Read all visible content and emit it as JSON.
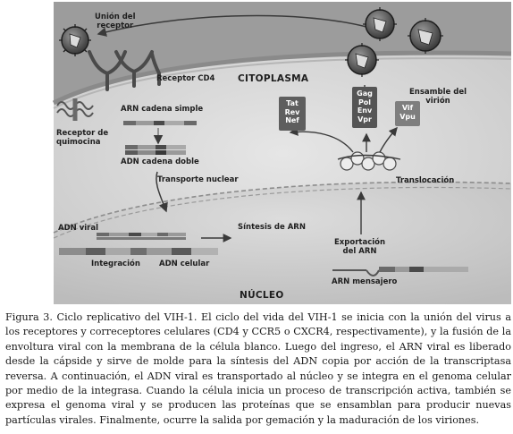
{
  "labels": {
    "receptor_union": [
      "Unión del",
      "receptor"
    ],
    "receptor_cd4": "Receptor CD4",
    "citoplasma": "CITOPLASMA",
    "ensamble": [
      "Ensamble del",
      "virión"
    ],
    "arn_simple": "ARN cadena simple",
    "adn_doble": "ADN cadena doble",
    "receptor_quimocina": [
      "Receptor de",
      "quimocina"
    ],
    "transporte": "Transporte nuclear",
    "translocacion": "Translocación",
    "adn_viral": "ADN viral",
    "sintesis": "Síntesis de ARN",
    "integracion": "Integración",
    "adn_celular": "ADN celular",
    "exportacion": [
      "Exportación",
      "del ARN"
    ],
    "arn_mensajero": "ARN mensajero",
    "nucleo": "NÚCLEO"
  },
  "boxes": {
    "tat": [
      "Tat",
      "Rev",
      "Nef"
    ],
    "gag": [
      "Gag",
      "Pol",
      "Env",
      "Vpr"
    ],
    "vif": [
      "Vif",
      "Vpu"
    ]
  },
  "caption": "Figura 3. Ciclo replicativo del VIH-1. El ciclo del vida del VIH-1 se inicia con la unión del virus a los receptores y correceptores celulares (CD4 y CCR5 o CXCR4, respectivamente), y la fusión de la envoltura viral con la membrana de la célula blanco. Luego del ingreso, el ARN viral es liberado desde la cápside y sirve de molde para la síntesis del ADN copia por acción de la transcriptasa reversa. A continuación, el ADN viral es transportado al núcleo y se integra en el genoma celular por medio de la integrasa. Cuando la célula inicia un proceso de transcripción activa, también se expresa el genoma viral y se producen las proteínas que se ensamblan para producir nuevas partículas virales. Finalmente, ocurre la salida por gemación y la maduración de los viriones."
}
